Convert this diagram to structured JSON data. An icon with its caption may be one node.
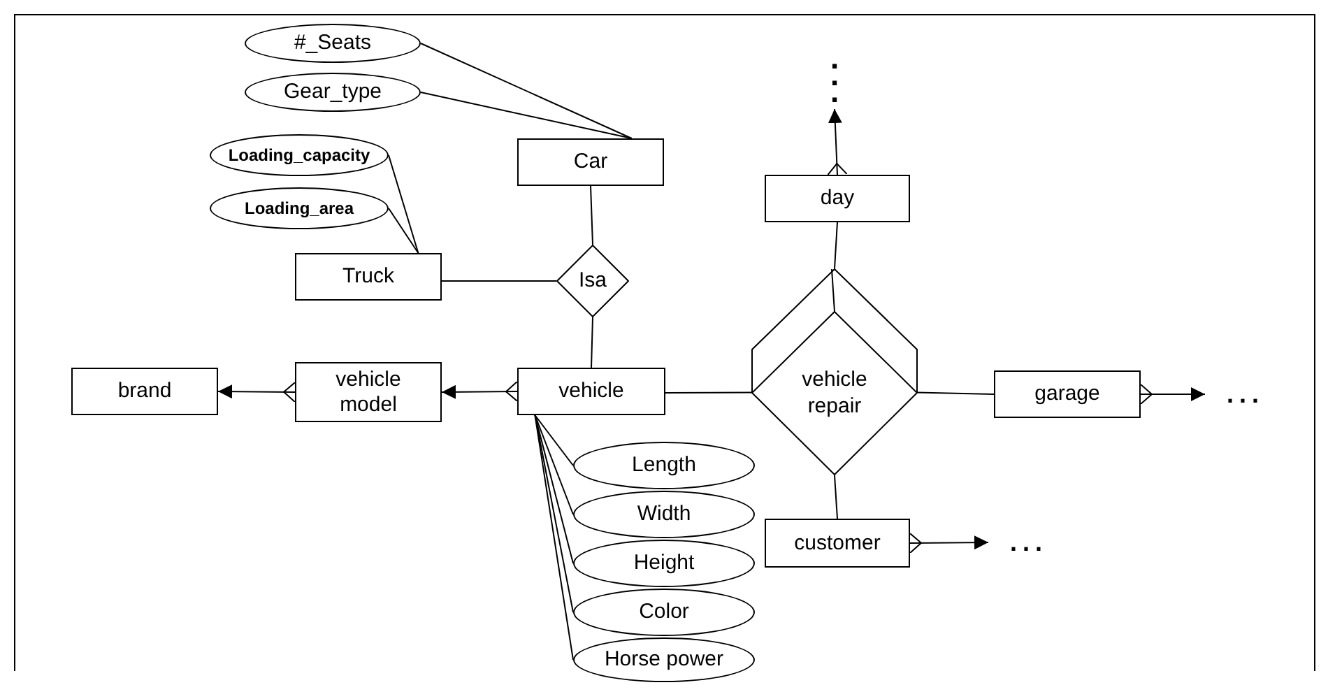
{
  "diagram": {
    "nodes": [
      {
        "text": [
          "#_Seats"
        ]
      },
      {
        "text": [
          "Gear_type"
        ]
      },
      {
        "text": [
          "Car"
        ]
      },
      {
        "text": [
          "Loading_capacity"
        ]
      },
      {
        "text": [
          "Loading_area"
        ]
      },
      {
        "text": [
          "Truck"
        ]
      },
      {
        "text": [
          "Isa"
        ]
      },
      {
        "text": [
          "brand"
        ]
      },
      {
        "text": [
          "vehicle model"
        ]
      },
      {
        "text": [
          "vehicle"
        ]
      },
      {
        "text": [
          "Length"
        ]
      },
      {
        "text": [
          "Width"
        ]
      },
      {
        "text": [
          "Height"
        ]
      },
      {
        "text": [
          "Color"
        ]
      },
      {
        "text": [
          "Horse power"
        ]
      },
      {
        "text": [
          "..."
        ]
      },
      {
        "text": [
          "day"
        ]
      },
      {
        "text": [
          "vehicle repair"
        ]
      },
      {
        "text": [
          "garage"
        ]
      },
      {
        "text": [
          "..."
        ]
      },
      {
        "text": [
          "customer"
        ]
      },
      {
        "text": [
          "..."
        ]
      }
    ],
    "edges": [
      {
        "from": 0,
        "to": 2,
        "arrow": "none"
      },
      {
        "from": 1,
        "to": 2,
        "arrow": "none"
      },
      {
        "from": 3,
        "to": 5,
        "arrow": "none"
      },
      {
        "from": 4,
        "to": 5,
        "arrow": "none"
      },
      {
        "from": 2,
        "to": 6,
        "arrow": "none"
      },
      {
        "from": 5,
        "to": 6,
        "arrow": "none"
      },
      {
        "from": 6,
        "to": 9,
        "arrow": "none"
      },
      {
        "from": 9,
        "to": 8,
        "arrow": "to"
      },
      {
        "from": 8,
        "to": 7,
        "arrow": "to"
      },
      {
        "from": 9,
        "to": 17,
        "arrow": "none"
      },
      {
        "from": 16,
        "to": 17,
        "arrow": "none"
      },
      {
        "from": 17,
        "to": 18,
        "arrow": "none"
      },
      {
        "from": 17,
        "to": 20,
        "arrow": "none"
      },
      {
        "from": 16,
        "to": 15,
        "arrow": "to"
      },
      {
        "from": 18,
        "to": 19,
        "arrow": "to"
      },
      {
        "from": 20,
        "to": 21,
        "arrow": "to"
      },
      {
        "from": 9,
        "to": 10,
        "arrow": "none"
      },
      {
        "from": 9,
        "to": 11,
        "arrow": "none"
      },
      {
        "from": 9,
        "to": 12,
        "arrow": "none"
      },
      {
        "from": 9,
        "to": 13,
        "arrow": "none"
      },
      {
        "from": 9,
        "to": 14,
        "arrow": "none"
      }
    ]
  }
}
